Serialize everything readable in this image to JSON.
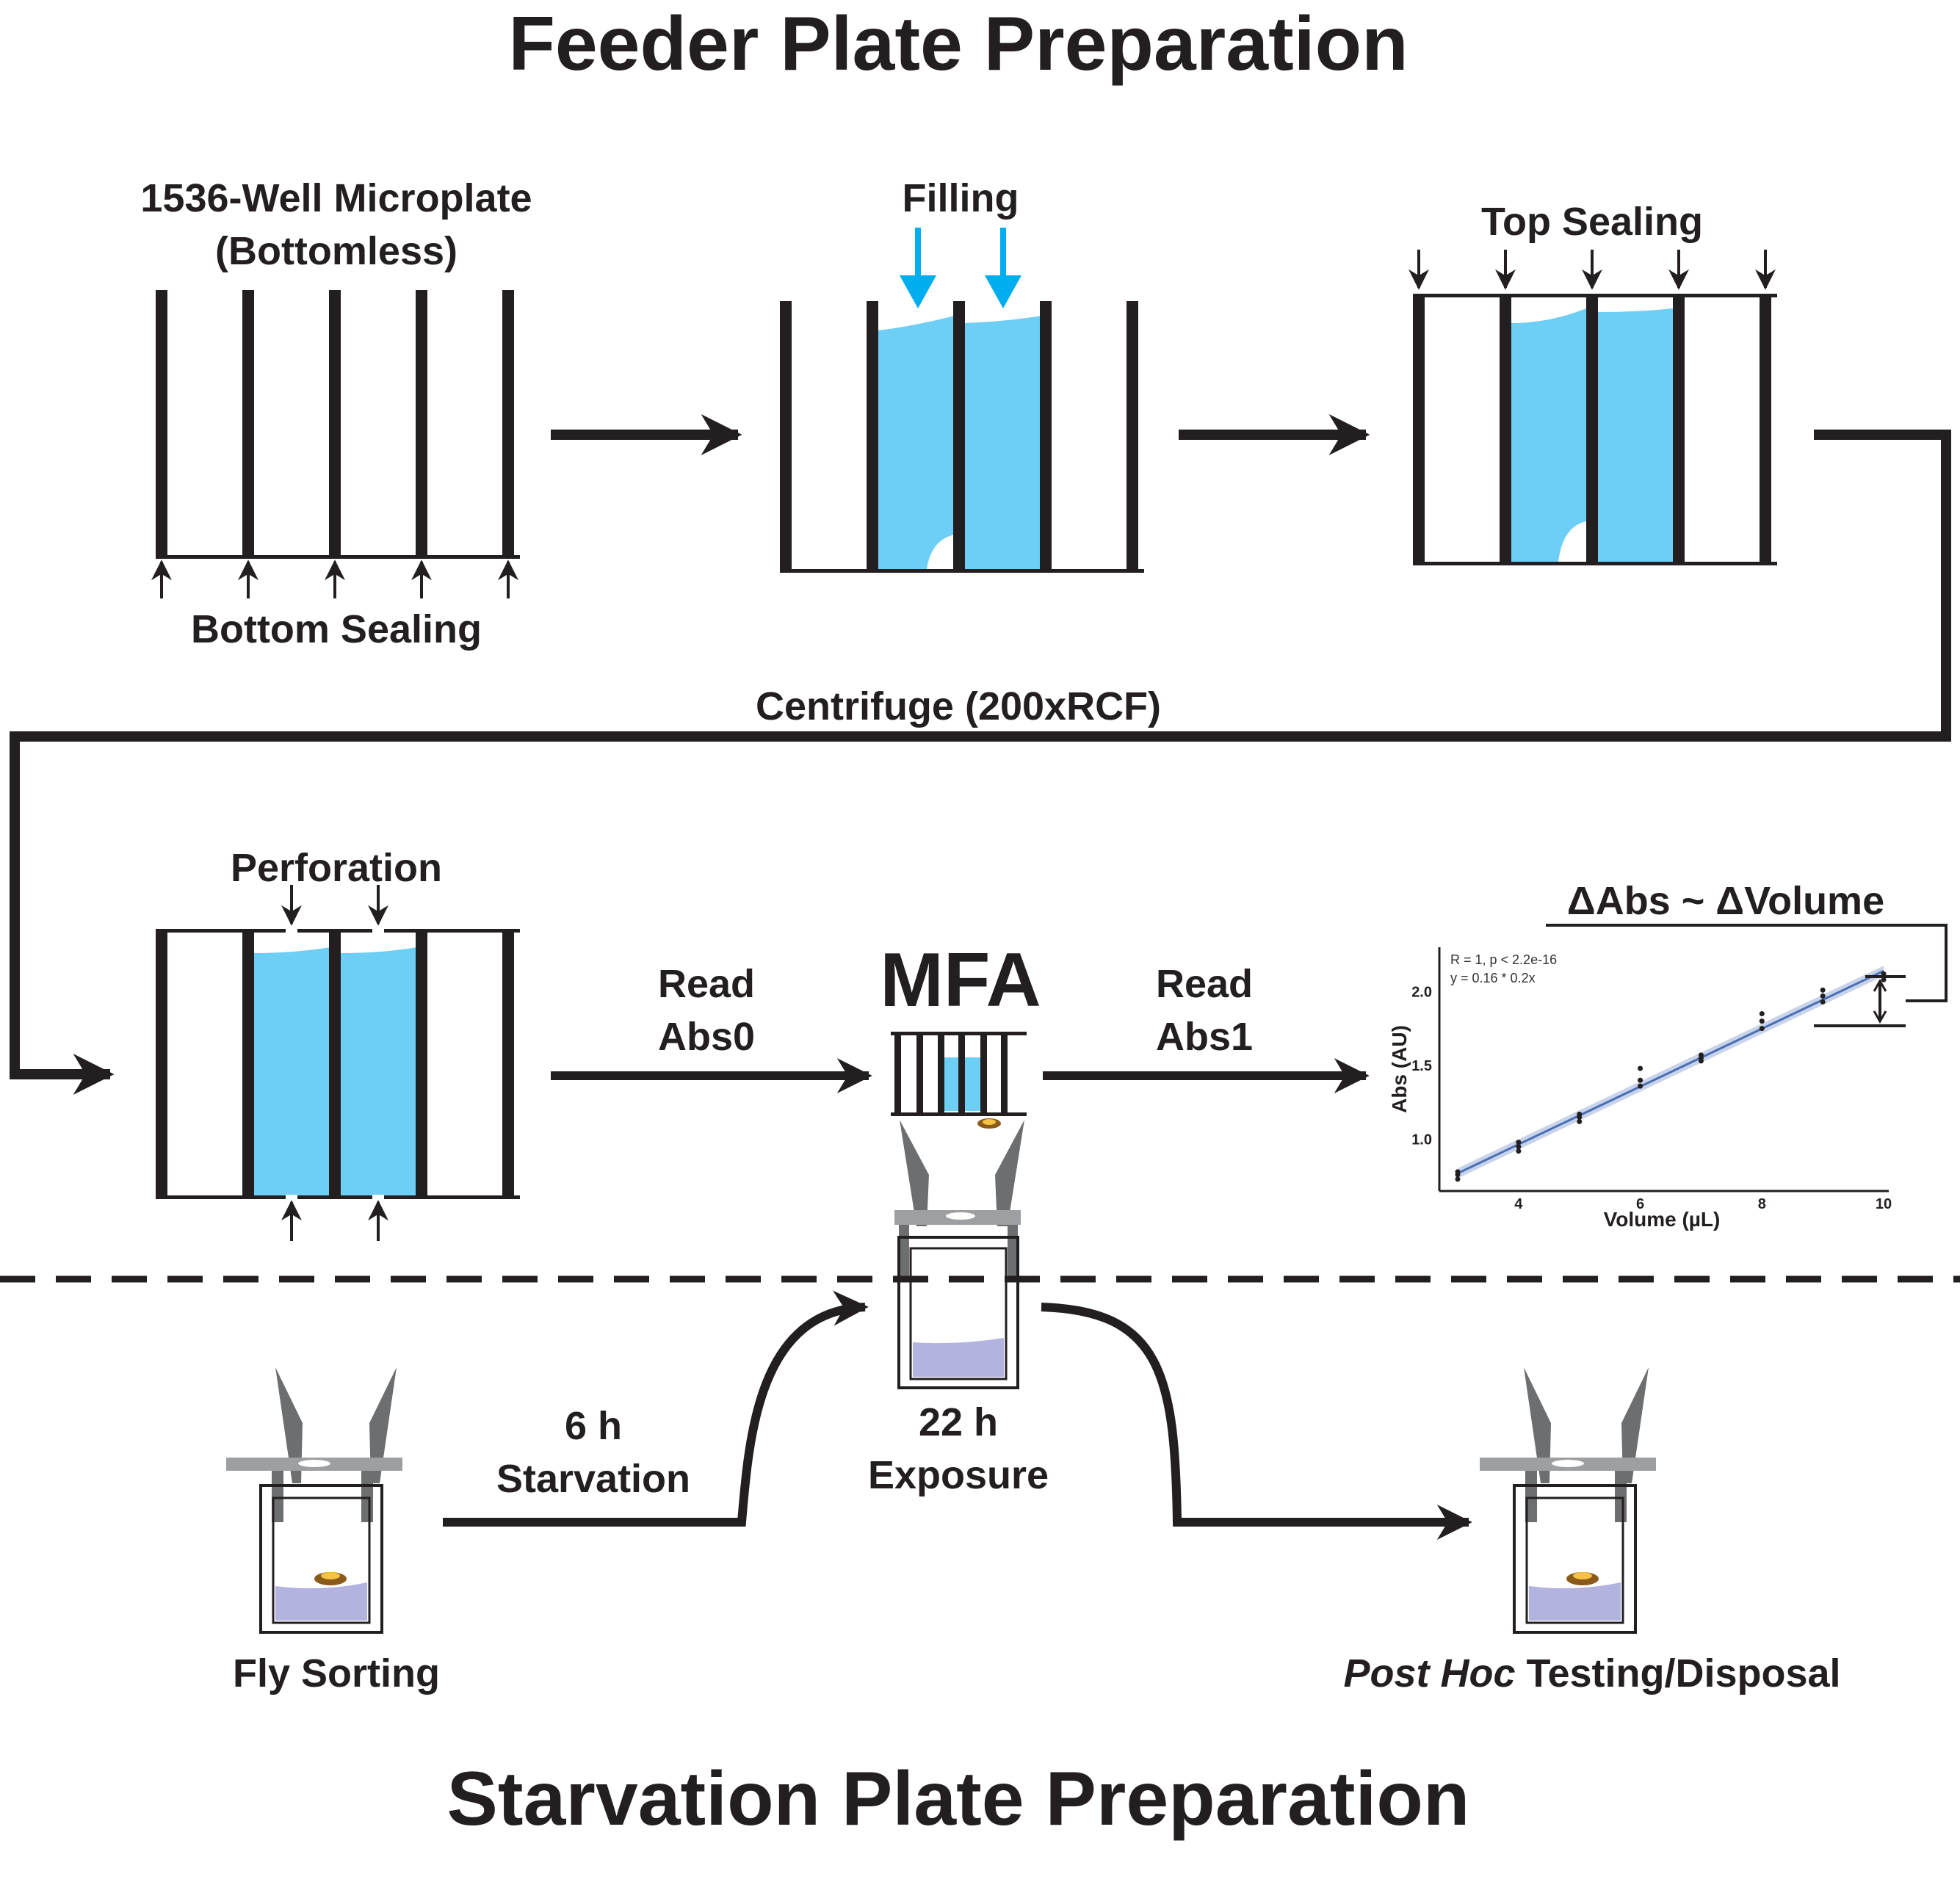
{
  "title_top": "Feeder Plate Preparation",
  "title_bottom": "Starvation Plate Preparation",
  "steps": {
    "microplate_line1": "1536-Well Microplate",
    "microplate_line2": "(Bottomless)",
    "bottom_sealing": "Bottom Sealing",
    "filling": "Filling",
    "top_sealing": "Top Sealing",
    "centrifuge": "Centrifuge (200xRCF)",
    "perforation": "Perforation",
    "read_abs0_line1": "Read",
    "read_abs0_line2": "Abs0",
    "mfa": "MFA",
    "read_abs1_line1": "Read",
    "read_abs1_line2": "Abs1",
    "delta": "ΔAbs ~ ΔVolume",
    "starvation_line1": "6 h",
    "starvation_line2": "Starvation",
    "exposure_line1": "22 h",
    "exposure_line2": "Exposure",
    "fly_sorting": "Fly Sorting",
    "post_hoc_italic": "Post Hoc",
    "post_hoc_rest": " Testing/Disposal"
  },
  "colors": {
    "liquid": "#6dcff6",
    "arrow_blue": "#00aeef",
    "agar": "#b3b3e0",
    "ink": "#231f20"
  },
  "chart_data": {
    "type": "scatter",
    "xlabel": "Volume (µL)",
    "ylabel": "Abs (AU)",
    "xlim": [
      3,
      10
    ],
    "ylim": [
      0.65,
      2.3
    ],
    "x_ticks": [
      4,
      6,
      8,
      10
    ],
    "y_ticks": [
      1.0,
      1.5,
      2.0
    ],
    "annotation_line1": "R = 1, p < 2.2e-16",
    "annotation_line2": "y = 0.16 * 0.2x",
    "points": [
      {
        "x": 3,
        "y": 0.73
      },
      {
        "x": 3,
        "y": 0.76
      },
      {
        "x": 3,
        "y": 0.78
      },
      {
        "x": 4,
        "y": 0.92
      },
      {
        "x": 4,
        "y": 0.95
      },
      {
        "x": 4,
        "y": 0.98
      },
      {
        "x": 5,
        "y": 1.12
      },
      {
        "x": 5,
        "y": 1.15
      },
      {
        "x": 5,
        "y": 1.17
      },
      {
        "x": 6,
        "y": 1.36
      },
      {
        "x": 6,
        "y": 1.4
      },
      {
        "x": 6,
        "y": 1.48
      },
      {
        "x": 7,
        "y": 1.53
      },
      {
        "x": 7,
        "y": 1.55
      },
      {
        "x": 7,
        "y": 1.57
      },
      {
        "x": 8,
        "y": 1.75
      },
      {
        "x": 8,
        "y": 1.8
      },
      {
        "x": 8,
        "y": 1.85
      },
      {
        "x": 9,
        "y": 1.93
      },
      {
        "x": 9,
        "y": 1.97
      },
      {
        "x": 9,
        "y": 2.01
      },
      {
        "x": 10,
        "y": 2.08
      },
      {
        "x": 10,
        "y": 2.12
      }
    ],
    "fit": {
      "x": [
        3,
        10
      ],
      "y": [
        0.77,
        2.14
      ]
    }
  }
}
